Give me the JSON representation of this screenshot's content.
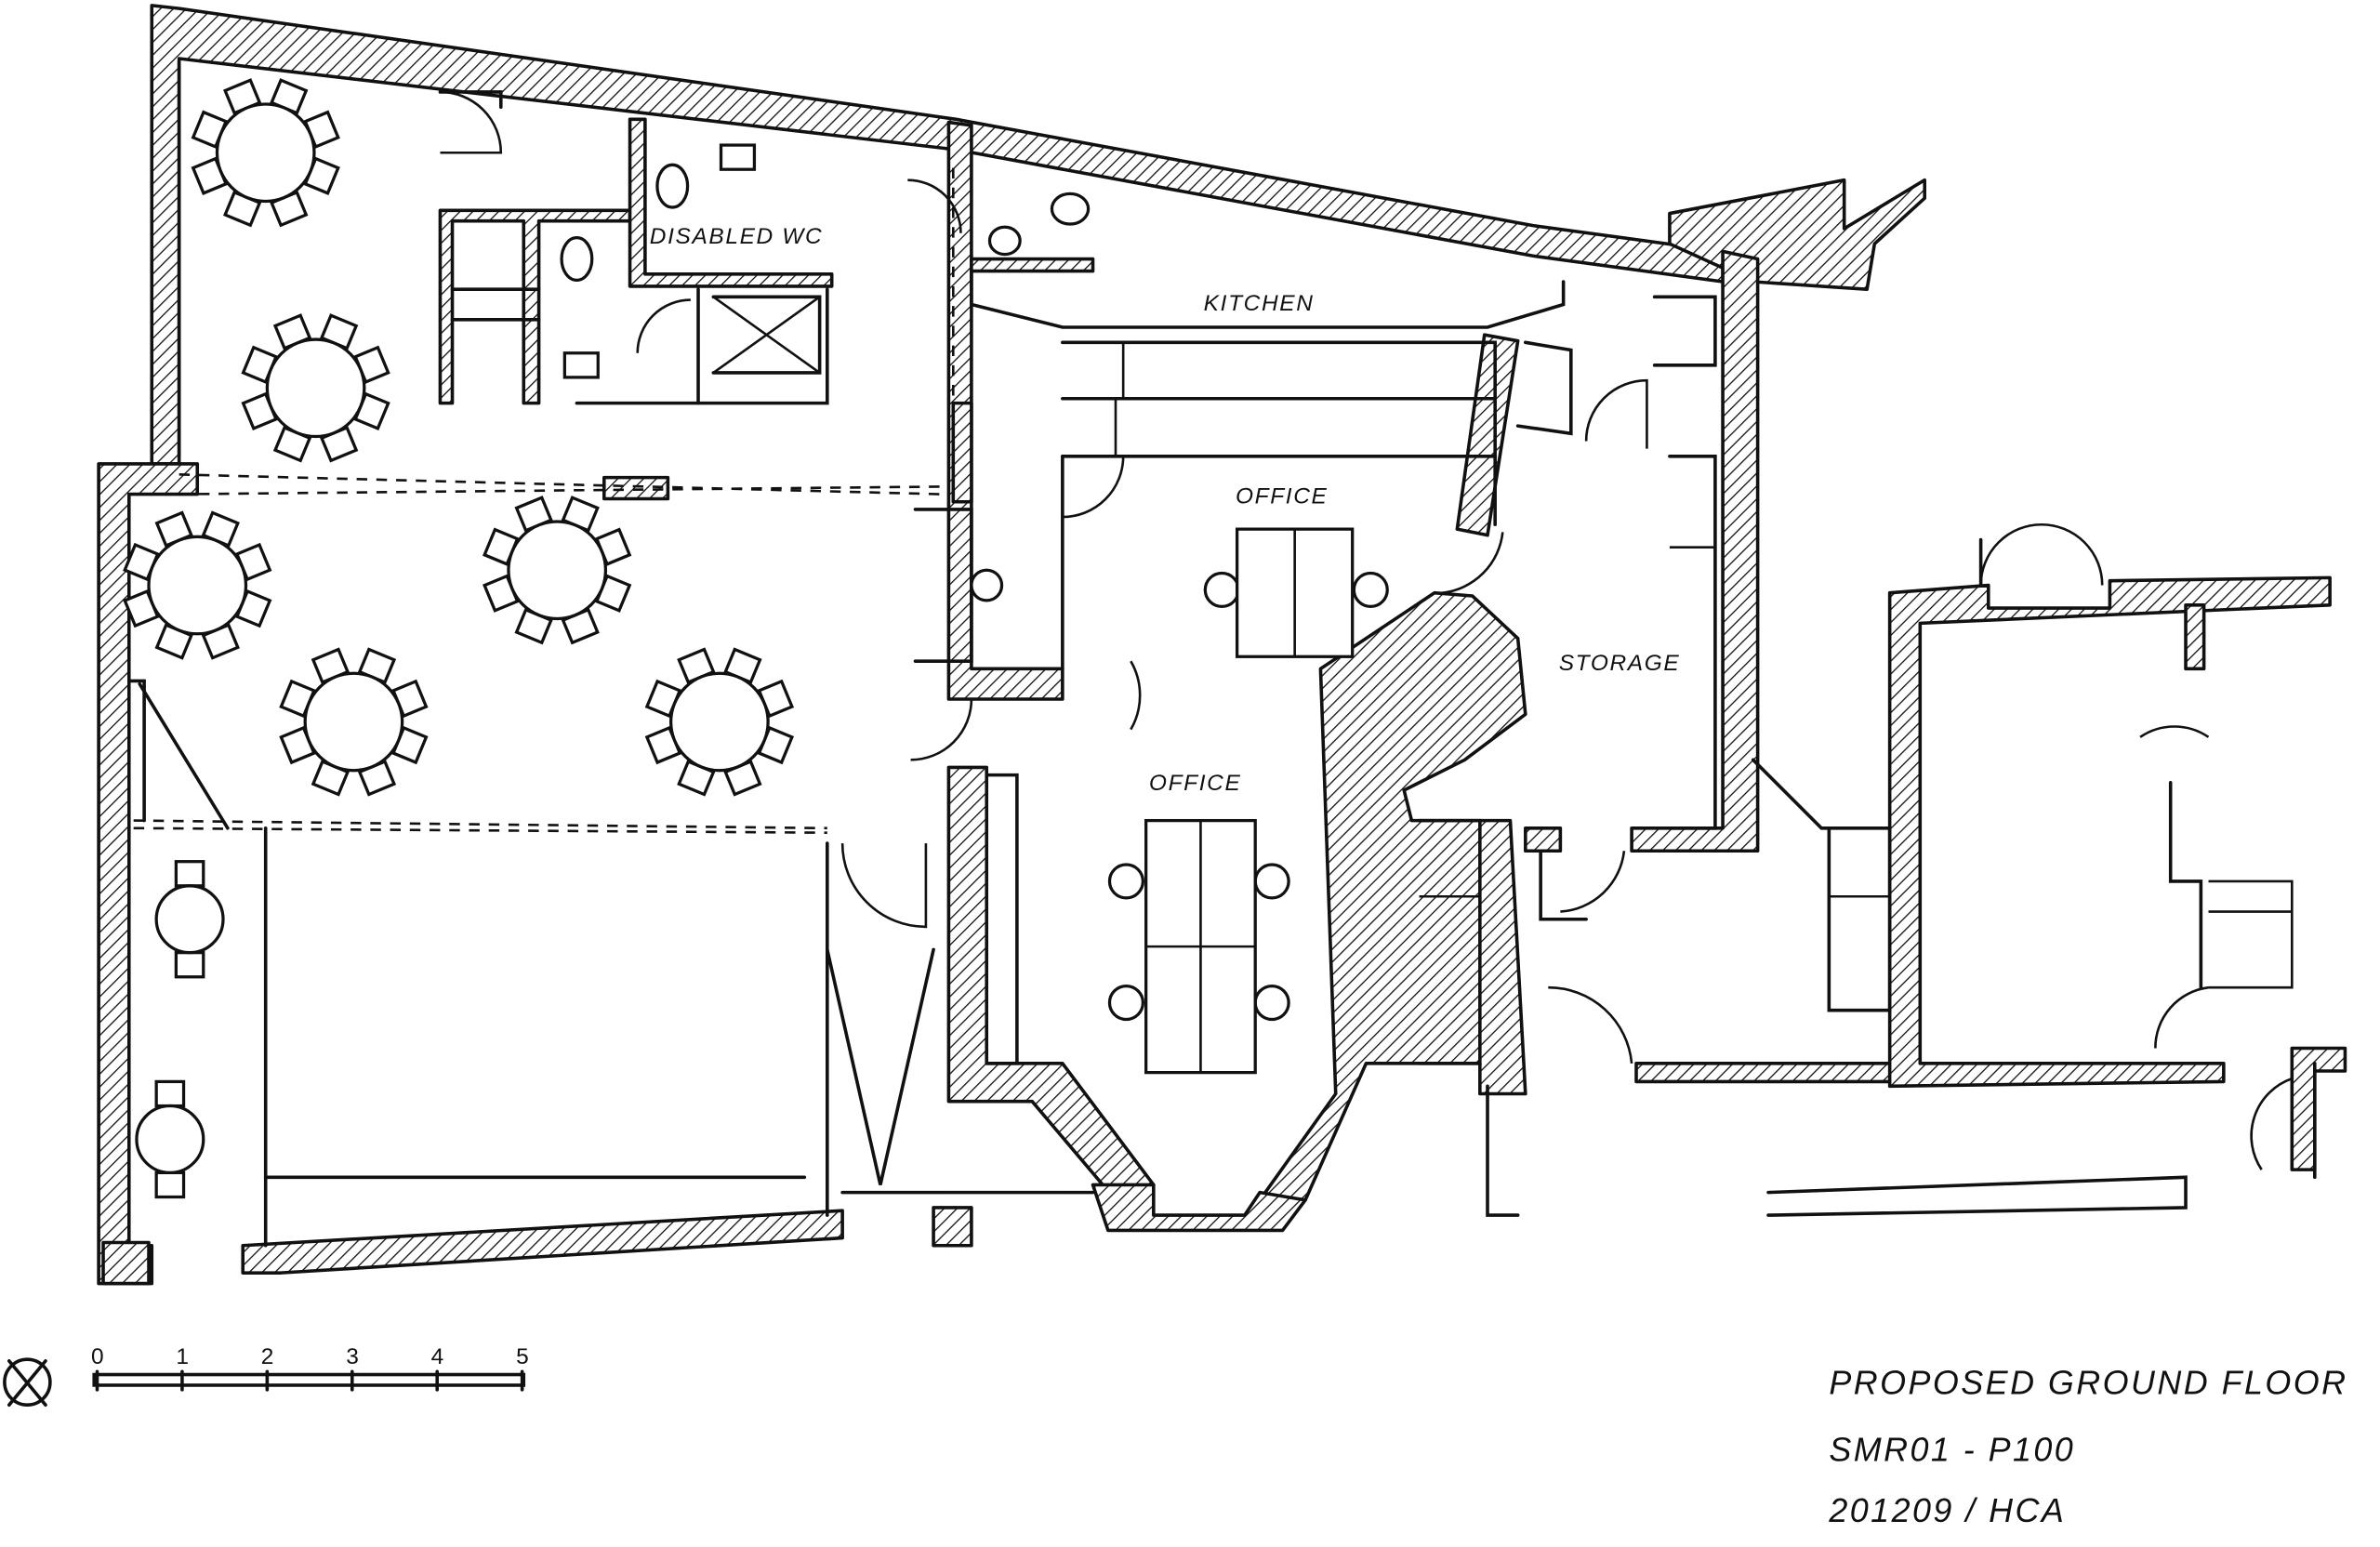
{
  "rooms": {
    "disabled_wc": "DISABLED WC",
    "kitchen": "KITCHEN",
    "office_upper": "OFFICE",
    "office_lower": "OFFICE",
    "storage": "STORAGE"
  },
  "scale_bar": {
    "ticks": [
      "0",
      "1",
      "2",
      "3",
      "4",
      "5"
    ]
  },
  "title_block": {
    "title": "PROPOSED GROUND FLOOR",
    "drawing_number": "SMR01 - P100",
    "date_author": "201209 / HCA"
  },
  "north_symbol": "north-arrow-icon"
}
